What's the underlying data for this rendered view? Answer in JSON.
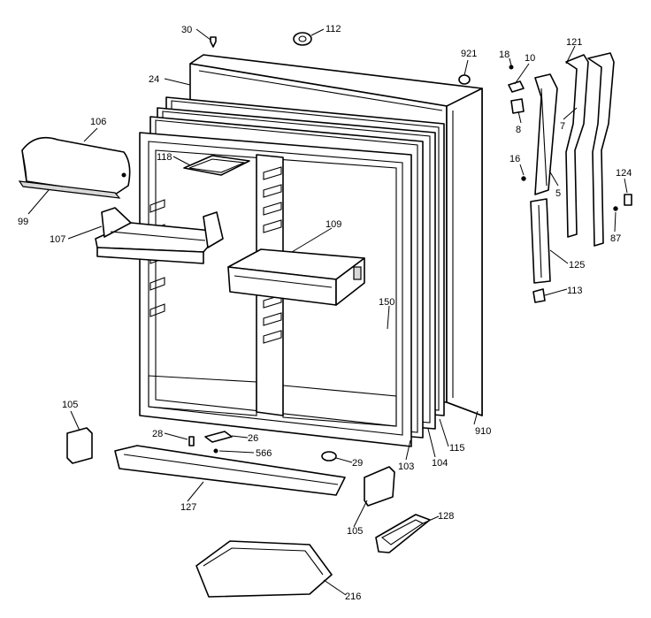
{
  "callouts": [
    {
      "id": "30",
      "label": "30"
    },
    {
      "id": "112",
      "label": "112"
    },
    {
      "id": "921",
      "label": "921"
    },
    {
      "id": "18",
      "label": "18"
    },
    {
      "id": "10",
      "label": "10"
    },
    {
      "id": "121",
      "label": "121"
    },
    {
      "id": "24",
      "label": "24"
    },
    {
      "id": "106",
      "label": "106"
    },
    {
      "id": "8",
      "label": "8"
    },
    {
      "id": "7",
      "label": "7"
    },
    {
      "id": "118",
      "label": "118"
    },
    {
      "id": "16",
      "label": "16"
    },
    {
      "id": "124",
      "label": "124"
    },
    {
      "id": "5",
      "label": "5"
    },
    {
      "id": "99",
      "label": "99"
    },
    {
      "id": "109",
      "label": "109"
    },
    {
      "id": "107",
      "label": "107"
    },
    {
      "id": "87",
      "label": "87"
    },
    {
      "id": "125",
      "label": "125"
    },
    {
      "id": "113",
      "label": "113"
    },
    {
      "id": "150",
      "label": "150"
    },
    {
      "id": "105a",
      "label": "105"
    },
    {
      "id": "910",
      "label": "910"
    },
    {
      "id": "28",
      "label": "28"
    },
    {
      "id": "26",
      "label": "26"
    },
    {
      "id": "115",
      "label": "115"
    },
    {
      "id": "566",
      "label": "566"
    },
    {
      "id": "104",
      "label": "104"
    },
    {
      "id": "29",
      "label": "29"
    },
    {
      "id": "103",
      "label": "103"
    },
    {
      "id": "127",
      "label": "127"
    },
    {
      "id": "105b",
      "label": "105"
    },
    {
      "id": "128",
      "label": "128"
    },
    {
      "id": "216",
      "label": "216"
    }
  ]
}
